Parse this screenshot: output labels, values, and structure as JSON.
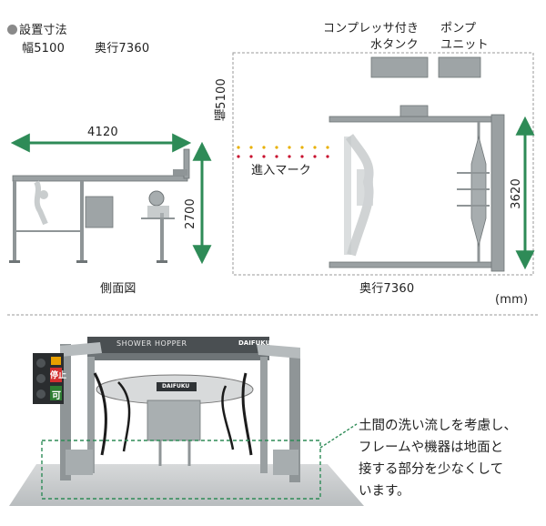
{
  "header": {
    "title": "設置寸法",
    "width_label": "幅5100",
    "depth_label": "奥行7360"
  },
  "side_view": {
    "width_dim": "4120",
    "height_dim": "2700",
    "caption": "側面図"
  },
  "top_view": {
    "tank_label_line1": "コンプレッサ付き",
    "tank_label_line2": "水タンク",
    "pump_label_line1": "ポンプ",
    "pump_label_line2": "ユニット",
    "width_dim": "幅5100",
    "entry_mark": "進入マーク",
    "depth_dim_inner": "3620",
    "depth_dim_outer": "奥行7360"
  },
  "unit_label": "(mm)",
  "photo": {
    "top_brand": "SHOWER HOPPER",
    "maker": "DAIFUKU",
    "center_plate": "DAIFUKU",
    "signal_stop": "停止",
    "signal_go": "可",
    "note_lines": [
      "土間の洗い流しを考慮し、",
      "フレームや機器は地面と",
      "接する部分を少なくして",
      "います。"
    ]
  },
  "colors": {
    "dim_green": "#2e8b57",
    "frame_gray": "#8f9597",
    "dashed_box": "#2e8b57",
    "entry_yellow": "#e8b000",
    "entry_red": "#c8102e"
  }
}
